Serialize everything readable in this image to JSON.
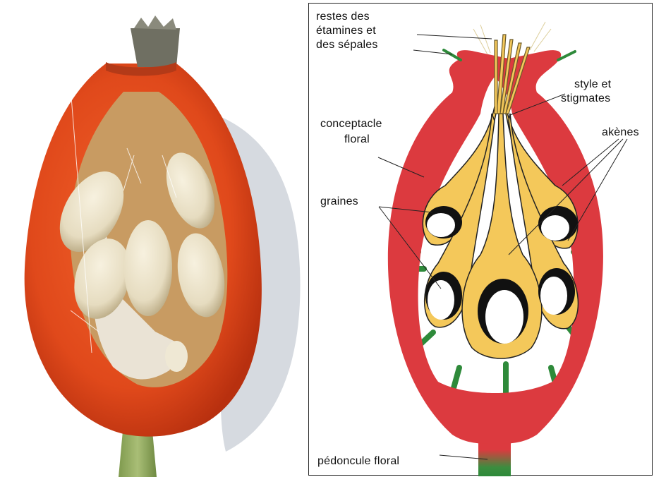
{
  "diagram": {
    "labels": {
      "restes_line1": "restes des",
      "restes_line2": "étamines et",
      "restes_line3": "des sépales",
      "style_line1": "style et",
      "style_line2": "stigmates",
      "concept_line1": "conceptacle",
      "concept_line2": "floral",
      "akenes": "akènes",
      "graines": "graines",
      "pedoncule": "pédoncule floral"
    }
  },
  "colors": {
    "receptacle_red": "#dc3a3f",
    "akene_yellow": "#f4c85a",
    "vein_green": "#2e8a3a",
    "fruit_orange": "#e0491b",
    "seed_cream": "#e6dcc0"
  }
}
